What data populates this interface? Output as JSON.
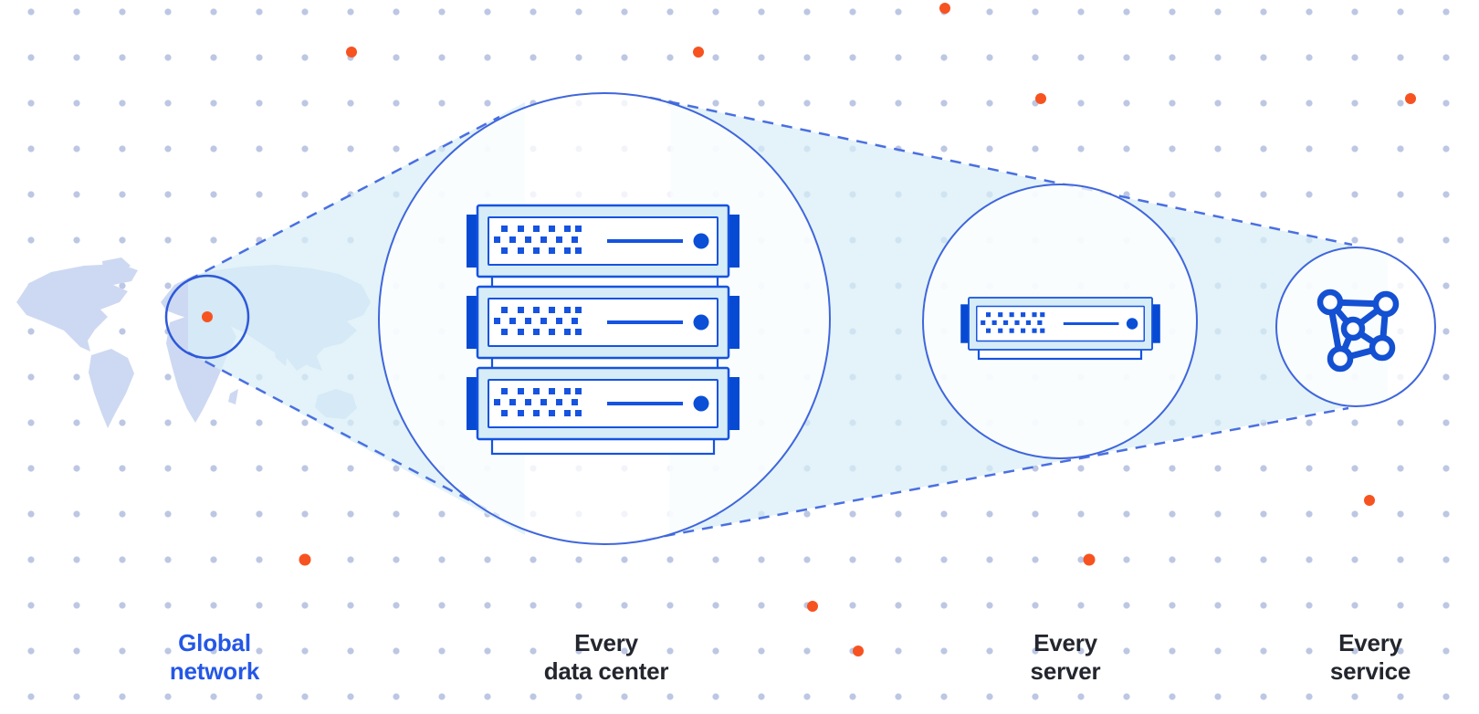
{
  "diagram": {
    "title_present": false,
    "stages": [
      {
        "id": "global-network",
        "label_line1": "Global",
        "label_line2": "network",
        "highlighted": true
      },
      {
        "id": "every-data-center",
        "label_line1": "Every",
        "label_line2": "data center",
        "highlighted": false
      },
      {
        "id": "every-server",
        "label_line1": "Every",
        "label_line2": "server",
        "highlighted": false
      },
      {
        "id": "every-service",
        "label_line1": "Every",
        "label_line2": "service",
        "highlighted": false
      }
    ]
  },
  "icons": {
    "map": "world-map",
    "marker": "location-marker-dot",
    "data_center": "server-rack-icon",
    "server": "server-unit-icon",
    "service": "mesh-network-icon"
  },
  "colors": {
    "accent_orange": "#f65321",
    "label_blue": "#2457e7",
    "text_dark": "#23262e",
    "outline_blue": "#3f66dc",
    "dashed_blue": "#4a6fe2",
    "icon_blue": "#1553e0",
    "tab_blue": "#0649d2",
    "cone_cyan": "#d8eef6",
    "server_panel_cyan": "#d6ecf7",
    "map_blue": "#cdd9f2",
    "grid_dot_lavender": "#a6b4da"
  }
}
